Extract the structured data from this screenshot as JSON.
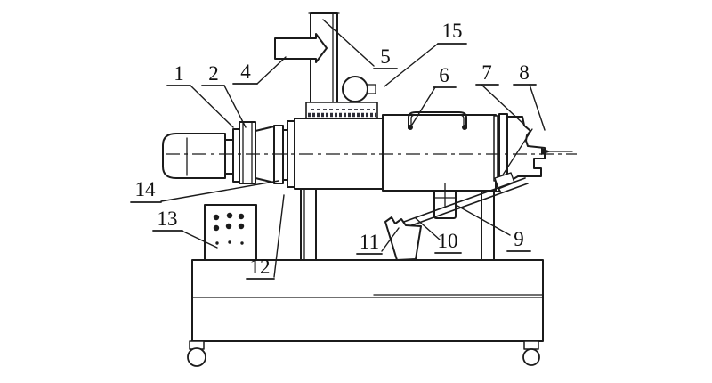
{
  "figure": {
    "kind": "technical-line-drawing",
    "background_color": "#ffffff",
    "line_color": "#1b1b1b"
  },
  "part_labels": {
    "n1": "1",
    "n2": "2",
    "n4": "4",
    "n5": "5",
    "n6": "6",
    "n7": "7",
    "n8": "8",
    "n9": "9",
    "n10": "10",
    "n11": "11",
    "n12": "12",
    "n13": "13",
    "n14": "14",
    "n15": "15"
  }
}
